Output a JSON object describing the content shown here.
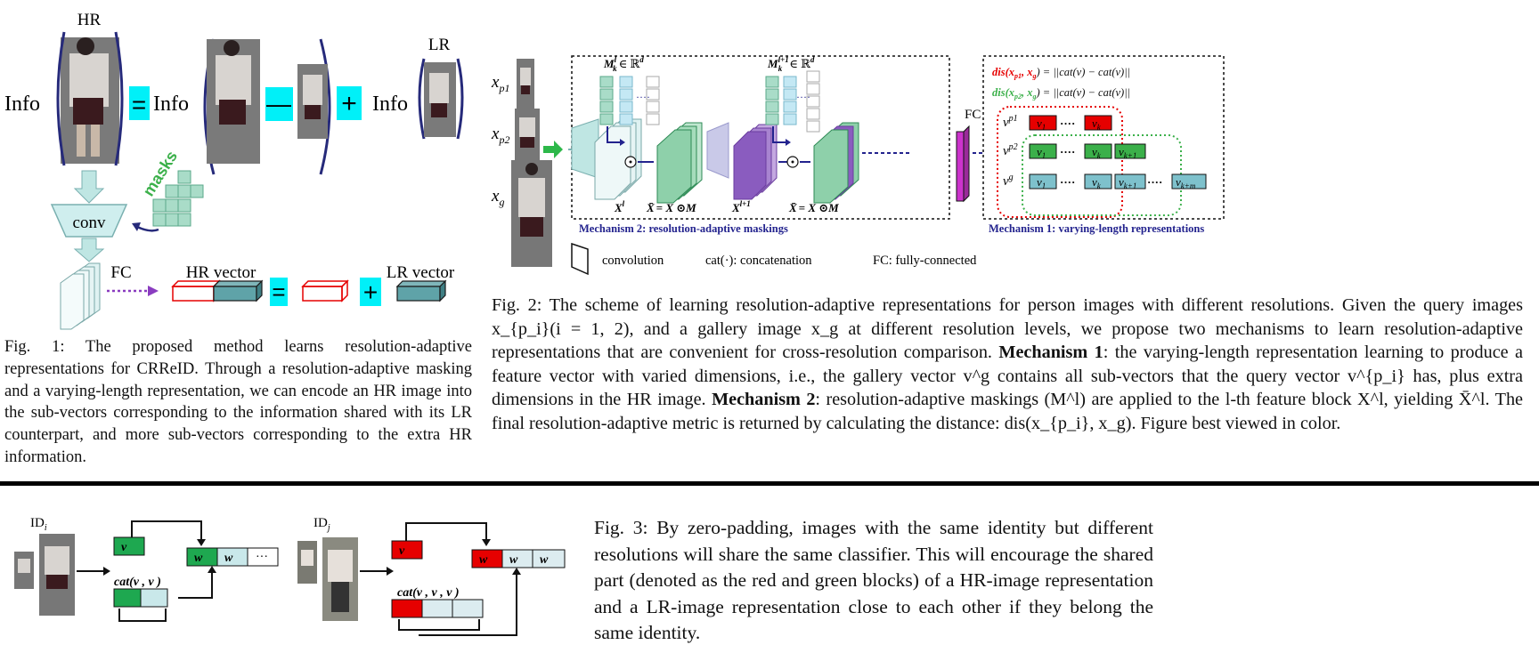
{
  "fig1": {
    "labels": {
      "hr": "HR",
      "lr": "LR",
      "info": "Info",
      "equals": "=",
      "minus": "—",
      "plus": "+",
      "masks": "masks",
      "conv": "conv",
      "fc": "FC",
      "hr_vector": "HR vector",
      "lr_vector": "LR vector"
    },
    "caption": {
      "prefix": "Fig. 1:",
      "text": "The proposed method learns resolution-adaptive representations for CRReID. Through a resolution-adaptive masking and a varying-length representation, we can encode an HR image into the sub-vectors corresponding to the information shared with its LR counterpart, and more sub-vectors corresponding to the extra HR information."
    }
  },
  "fig2": {
    "labels": {
      "xp1": "x",
      "xp1_sub": "p1",
      "xp2": "x",
      "xp2_sub": "p2",
      "xg": "x",
      "xg_sub": "g",
      "mk": "M",
      "mk_sup": "l",
      "mk_sub": "k",
      "mk_space": "∈ ℝ",
      "mk_space_sup": "d",
      "mk1": "M",
      "mk1_sup": "l+1",
      "mk1_sub": "k",
      "mk1_space": "∈ ℝ",
      "mk1_space_sup": "d",
      "xl": "X",
      "xl_sup": "l",
      "xbar": "X̄",
      "xbar_eq": "= X ⊙M",
      "xl1": "X",
      "xl1_sup": "l+1",
      "xbar1": "X̄",
      "xbar1_eq": "= X ⊙M",
      "fc": "FC",
      "dis1": "dis(x",
      "dis1_mid": "p1",
      "dis1_rest": ", x",
      "dis1_g": "g",
      "dis1_eq": ") = ||cat(v",
      "dis1_tail": ") − cat(v",
      "dis1_end": ")||",
      "dis2": "dis(x",
      "dis2_mid": "p2",
      "dis2_rest": ", x",
      "dis2_g": "g",
      "dis2_eq": ") = ||cat(v",
      "dis2_tail": ") − cat(v",
      "dis2_end": ")||",
      "row1_label": "v",
      "row1_sup": "p1",
      "row2_label": "v",
      "row2_sup": "p2",
      "row3_label": "v",
      "row3_sup": "g",
      "v1": "v",
      "v1_sub": "1",
      "vk": "v",
      "vk_sub": "k",
      "vk1": "v",
      "vk1_sub": "k+1",
      "vkm": "v",
      "vkm_sub": "k+m",
      "dots": "····",
      "mech2": "Mechanism 2: resolution-adaptive maskings",
      "mech1": "Mechanism 1: varying-length representations",
      "legend_conv": "convolution",
      "legend_cat": "cat(·): concatenation",
      "legend_fc": "FC: fully-connected"
    },
    "caption": {
      "prefix": "Fig. 2:",
      "text": "The scheme of learning resolution-adaptive representations for person images with different resolutions. Given the query images x_{p_i}(i = 1, 2), and a gallery image x_g at different resolution levels, we propose two mechanisms to learn resolution-adaptive representations that are convenient for cross-resolution comparison.",
      "m1_label": "Mechanism 1",
      "m1_text": ": the varying-length representation learning to produce a feature vector with varied dimensions, i.e., the gallery vector v^g contains all sub-vectors that the query vector v^{p_i} has, plus extra dimensions in the HR image.",
      "m2_label": "Mechanism 2",
      "m2_text": ": resolution-adaptive maskings (M^l) are applied to the l-th feature block X^l, yielding X̄^l. The final resolution-adaptive metric is returned by calculating the distance: dis(x_{p_i}, x_g). Figure best viewed in color."
    }
  },
  "fig3": {
    "labels": {
      "idi": "ID",
      "idi_sub": "i",
      "idj": "ID",
      "idj_sub": "j",
      "v1i": "v",
      "w1i": "w",
      "w2i": "w",
      "ellipsis": "···",
      "cat_i": "cat(v , v )",
      "v1j": "v",
      "w1j": "w",
      "w2j": "w",
      "w3j": "w",
      "cat_j": "cat(v , v , v )"
    },
    "caption": {
      "prefix": "Fig. 3:",
      "text": "By zero-padding, images with the same identity but different resolutions will share the same classifier. This will encourage the shared part (denoted as the red and green blocks) of a HR-image representation and a LR-image representation close to each other if they belong the same identity."
    }
  },
  "colors": {
    "cyan": "#00f0f8",
    "navy": "#262a7a",
    "teal_block": "#5fa3a8",
    "light_teal": "#bfe6e3",
    "green_cube": "#a9dcc8",
    "red": "#e60000",
    "green": "#3bb04a",
    "blue_box": "#7ec1cc",
    "purple": "#8a5cbf",
    "magenta": "#cc33cc",
    "mech_blue": "#23238e"
  }
}
